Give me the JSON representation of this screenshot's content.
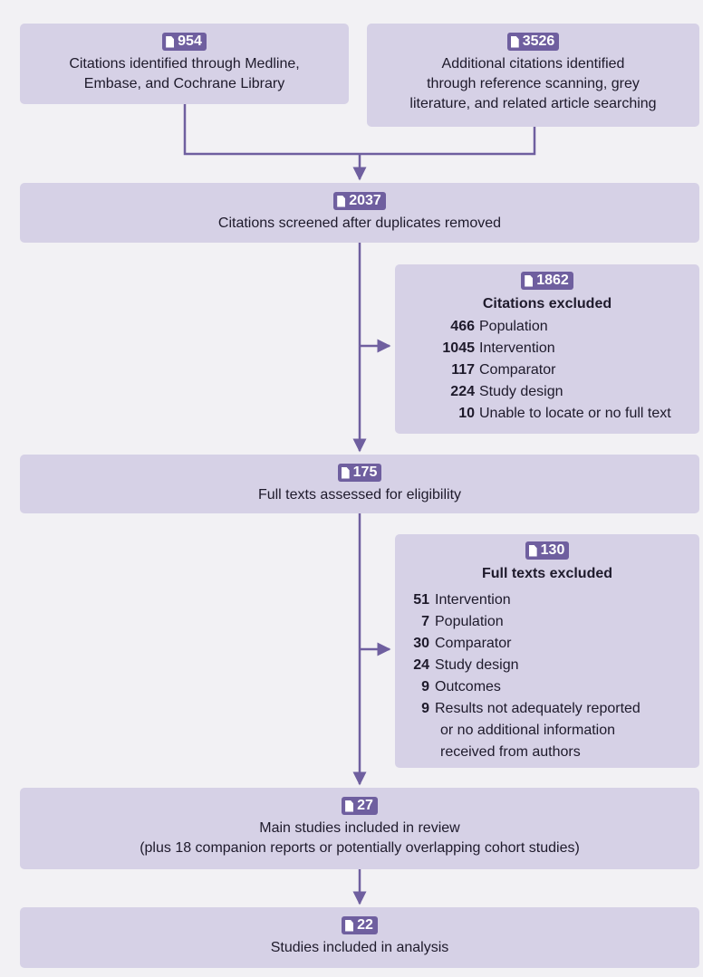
{
  "boxes": {
    "medline": {
      "count": "954",
      "label_lines": [
        "Citations identified through Medline,",
        "Embase, and Cochrane Library"
      ]
    },
    "additional": {
      "count": "3526",
      "label_lines": [
        "Additional citations identified",
        "through reference scanning, grey",
        "literature, and related article searching"
      ]
    },
    "screened": {
      "count": "2037",
      "label_lines": [
        "Citations screened after duplicates removed"
      ]
    },
    "citations_excluded": {
      "count": "1862",
      "title": "Citations excluded",
      "items": [
        {
          "n": "466",
          "text": "Population"
        },
        {
          "n": "1045",
          "text": "Intervention"
        },
        {
          "n": "117",
          "text": "Comparator"
        },
        {
          "n": "224",
          "text": "Study design"
        },
        {
          "n": "10",
          "text": "Unable to locate or no full text"
        }
      ]
    },
    "full_texts": {
      "count": "175",
      "label_lines": [
        "Full texts assessed for eligibility"
      ]
    },
    "full_texts_excluded": {
      "count": "130",
      "title": "Full texts excluded",
      "items": [
        {
          "n": "51",
          "text": "Intervention"
        },
        {
          "n": "7",
          "text": "Population"
        },
        {
          "n": "30",
          "text": "Comparator"
        },
        {
          "n": "24",
          "text": "Study design"
        },
        {
          "n": "9",
          "text": "Outcomes"
        },
        {
          "n": "9",
          "text": "Results not adequately reported"
        },
        {
          "n": "",
          "text": "or no additional information"
        },
        {
          "n": "",
          "text": "received from authors"
        }
      ]
    },
    "main_studies": {
      "count": "27",
      "label_lines": [
        "Main studies included in review",
        "(plus 18 companion reports or potentially overlapping cohort studies)"
      ]
    },
    "analysis": {
      "count": "22",
      "label_lines": [
        "Studies included in analysis"
      ]
    }
  },
  "colors": {
    "box": "#d6d1e6",
    "badge": "#6f5f9f",
    "line": "#6f5f9f",
    "background": "#f2f1f4"
  }
}
